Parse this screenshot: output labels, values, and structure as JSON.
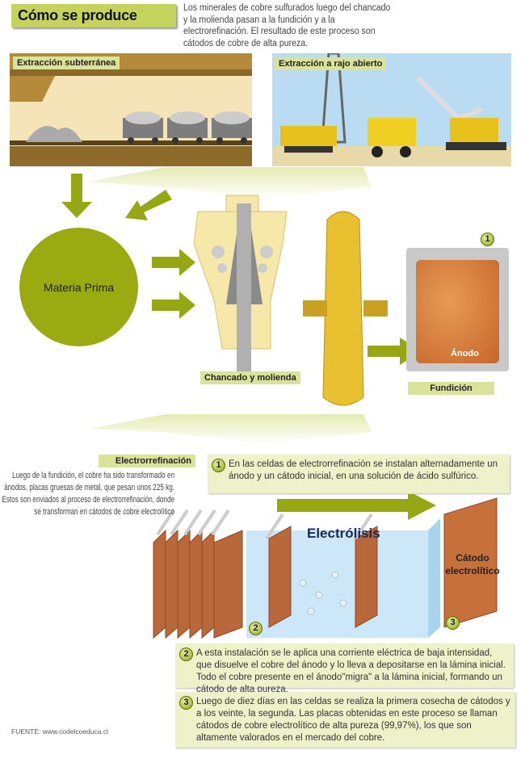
{
  "header": {
    "title": "Cómo se produce",
    "intro": "Los minerales de cobre sulfurados luego del chancado y la molienda pasan a la fundición y a la electrorefinación. El resultado de este proceso son cátodos de cobre de alta pureza."
  },
  "extraction": {
    "underground": "Extracción subterránea",
    "open_pit": "Extracción a rajo abierto"
  },
  "process": {
    "raw_material": "Materia Prima",
    "crushing": "Chancado y molienda",
    "smelting": "Fundición",
    "anode": "Ánodo",
    "smelting_step": "1"
  },
  "electrorefining": {
    "title": "Electrorrefinación",
    "description": "Luego de la fundición, el cobre ha sido transformado en ánodos, placas gruesas de metal, que pesan unos 225 kg. Estos son enviados al proceso de electrorrefinación, donde se transforman en cátodos de cobre electrolítico",
    "electrolysis": "Electrólisis",
    "cathode": "Cátodo electrolítico",
    "steps": [
      {
        "number": "1",
        "text": "En las celdas de electrorrefinación se instalan alternadamente un ánodo y un cátodo inicial, en una solución de ácido sulfúrico."
      },
      {
        "number": "2",
        "text": "A esta instalación se le aplica una corriente eléctrica de baja intensidad, que disuelve el cobre del ánodo y lo lleva a depositarse en la lámina inicial. Todo el cobre presente en el ánodo\"migra\" a la lámina inicial, formando un cátodo de alta pureza."
      },
      {
        "number": "3",
        "text": "Luego de diez días en las celdas se realiza la primera cosecha de cátodos y a los veinte, la segunda. Las placas obtenidas en este proceso se llaman cátodos de cobre electrolítico de alta pureza (99,97%), los que son altamente valorados en el mercado del cobre."
      }
    ]
  },
  "source": "FUENTE: www.codelcoeduca.cl",
  "colors": {
    "green": "#9aab12",
    "label": "#d9e49a",
    "step_bg": "#eef2c9",
    "copper": "#c8703a"
  }
}
